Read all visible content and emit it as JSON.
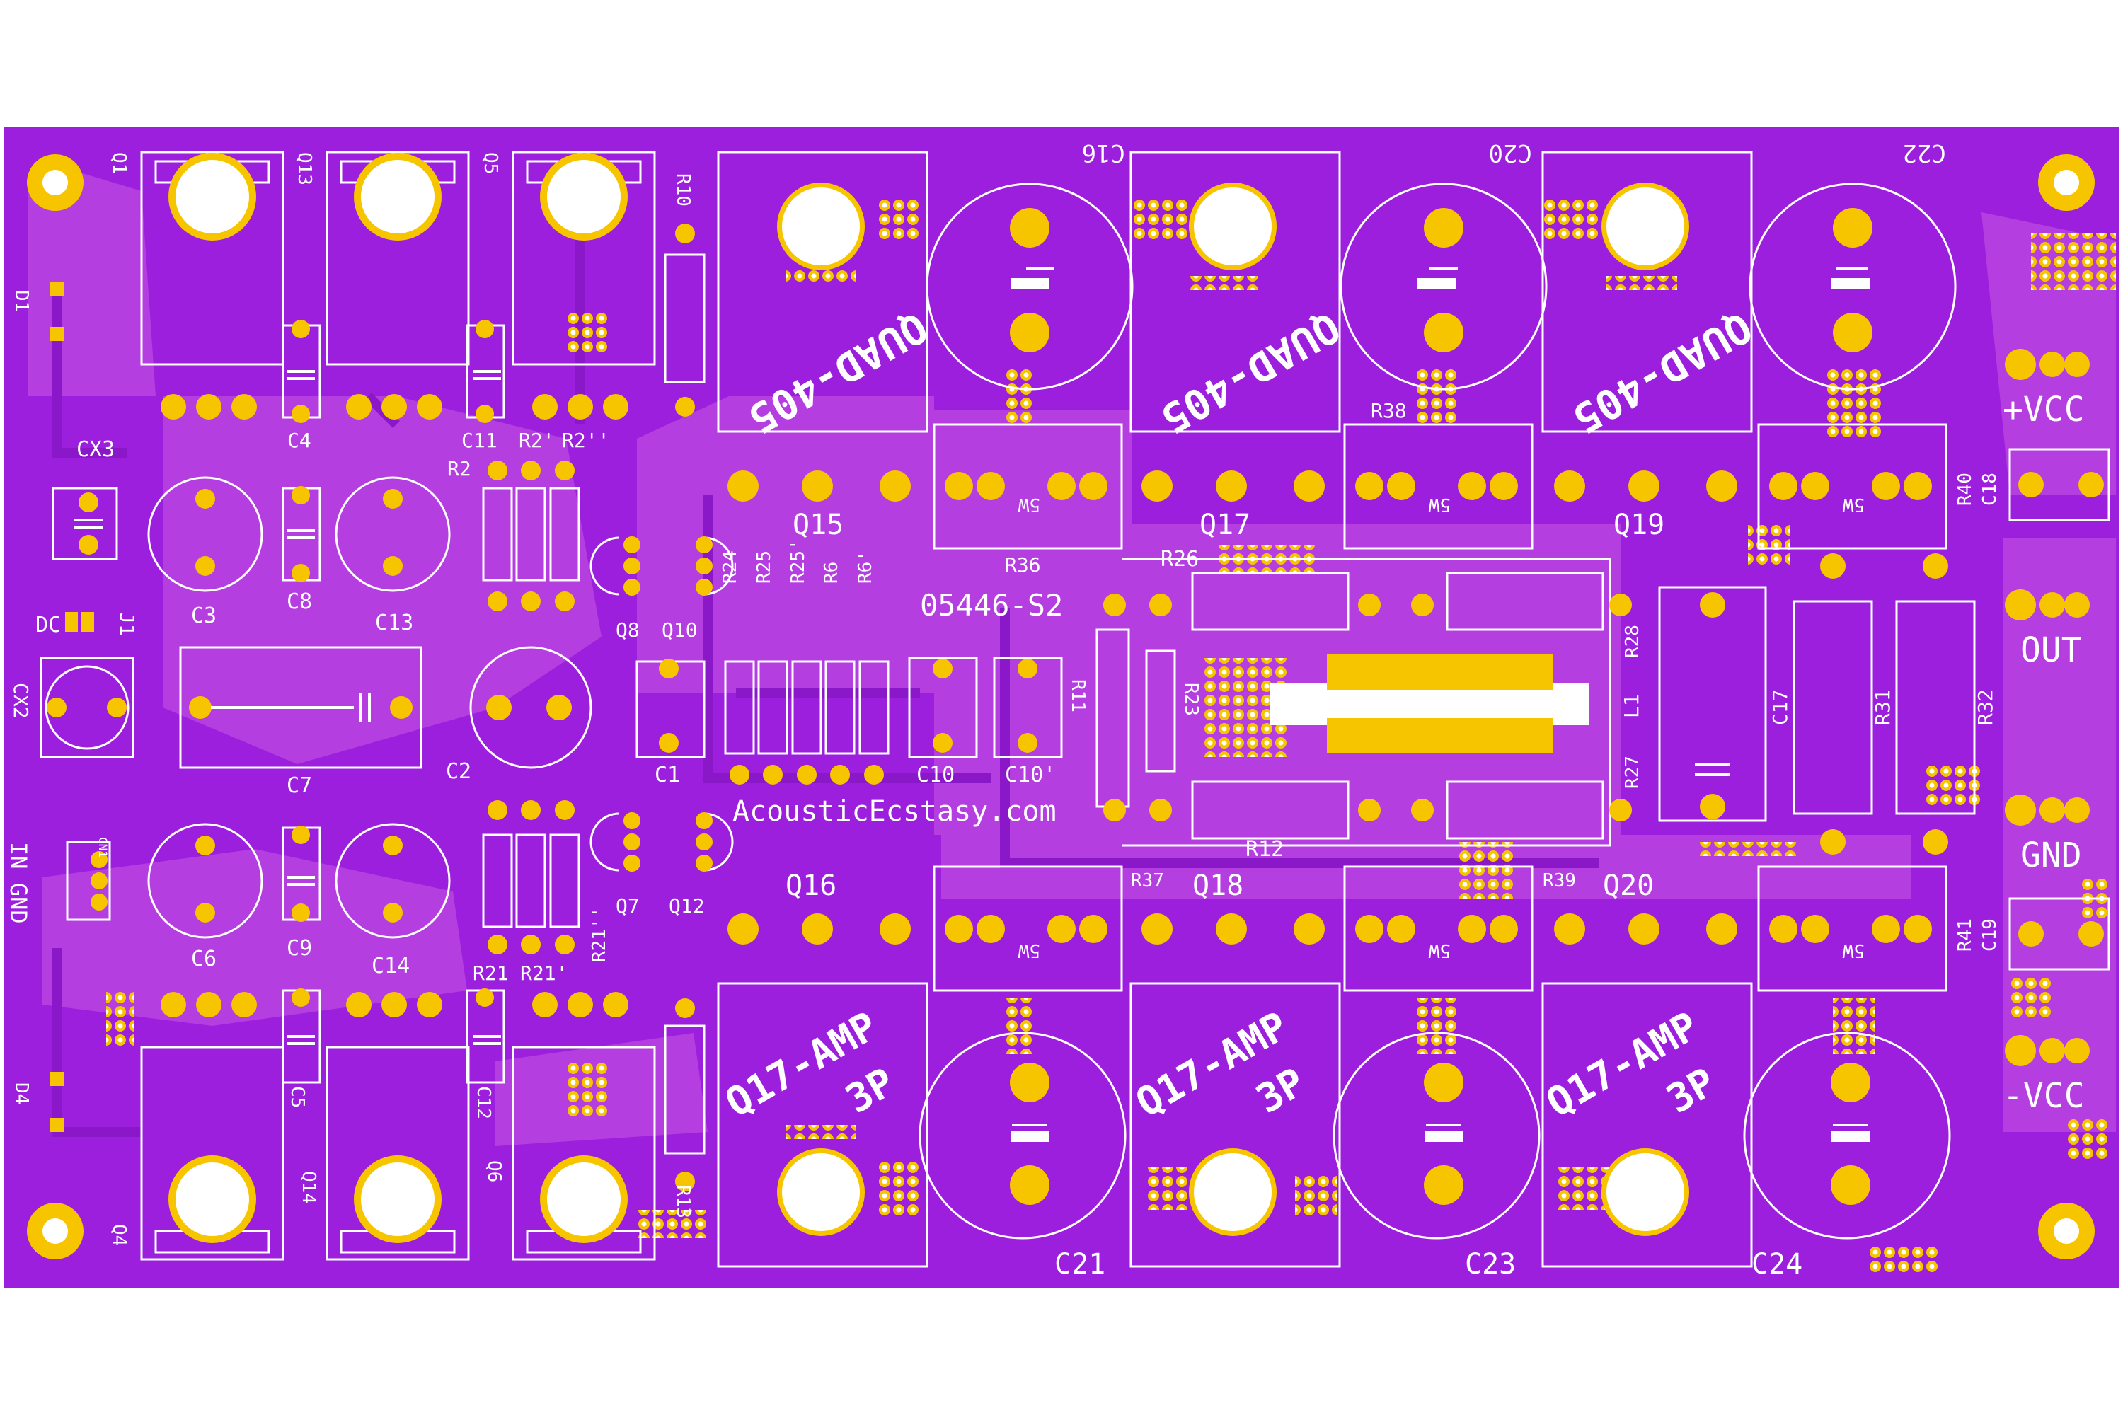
{
  "board": {
    "part_number": "05446-S2",
    "website": "AcousticEcstasy.com",
    "colors": {
      "board": "#9b1fdc",
      "pour": "#b43ee0",
      "pad": "#f6c500",
      "silk": "#ffffff",
      "background": "#ffffff"
    }
  },
  "connectors": {
    "vcc_pos": "+VCC",
    "out": "OUT",
    "gnd": "GND",
    "vcc_neg": "-VCC",
    "in_gnd": "IN GND"
  },
  "power_devices": {
    "top_marking": "QUAD-405",
    "bottom_marking_line1": "Q17-AMP",
    "bottom_marking_line2": "3P"
  },
  "labels": {
    "Q1": "Q1",
    "Q13": "Q13",
    "Q5": "Q5",
    "R10": "R10",
    "D1": "D1",
    "C4": "C4",
    "C11": "C11",
    "R2a": "R2'",
    "R2b": "R2''",
    "R2": "R2",
    "CX3": "CX3",
    "C3": "C3",
    "C8": "C8",
    "C13": "C13",
    "Q8": "Q8",
    "Q10": "Q10",
    "DC": "DC",
    "J1": "J1",
    "CX2": "CX2",
    "C7": "C7",
    "C2": "C2",
    "R24": "R24",
    "R25": "R25",
    "R25a": "R25'",
    "R6": "R6",
    "R6a": "R6'",
    "C1": "C1",
    "C10": "C10",
    "C10a": "C10'",
    "R11": "R11",
    "R23": "R23",
    "R26": "R26",
    "R28": "R28",
    "R27": "R27",
    "L1": "L1",
    "R12": "R12",
    "C17": "C17",
    "R31": "R31",
    "R32": "R32",
    "R36": "R36",
    "R38": "R38",
    "R40": "R40",
    "C18": "C18",
    "Q15": "Q15",
    "Q17": "Q17",
    "Q19": "Q19",
    "C16": "C16",
    "C20": "C20",
    "C22": "C22",
    "W1": "5W",
    "W2": "5W",
    "W3": "5W",
    "W4": "5W",
    "W5": "5W",
    "W6": "5W",
    "CN1": "CN1",
    "C6": "C6",
    "C9": "C9",
    "C14": "C14",
    "Q7": "Q7",
    "Q12": "Q12",
    "R21": "R21",
    "R21a": "R21'",
    "R21b": "R21''",
    "R37": "R37",
    "R39": "R39",
    "R41": "R41",
    "C19": "C19",
    "Q16": "Q16",
    "Q18": "Q18",
    "Q20": "Q20",
    "D4": "D4",
    "C5": "C5",
    "Q14": "Q14",
    "C12": "C12",
    "Q6": "Q6",
    "R13": "R13",
    "Q4": "Q4",
    "C21": "C21",
    "C23": "C23",
    "C24": "C24"
  }
}
